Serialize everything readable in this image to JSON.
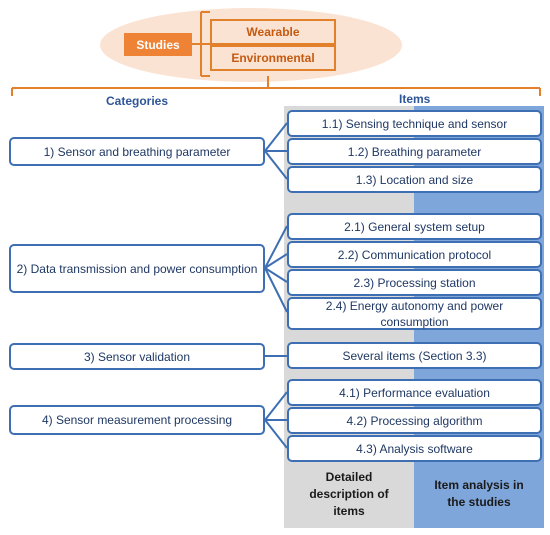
{
  "studies": {
    "label": "Studies",
    "types": [
      "Wearable",
      "Environmental"
    ]
  },
  "headers": {
    "categories": "Categories",
    "items": "Items"
  },
  "categories": [
    "1) Sensor and breathing parameter",
    "2) Data transmission and power consumption",
    "3) Sensor validation",
    "4) Sensor measurement processing"
  ],
  "items": [
    "1.1) Sensing technique and sensor",
    "1.2) Breathing parameter",
    "1.3) Location and size",
    "2.1) General system setup",
    "2.2) Communication protocol",
    "2.3) Processing station",
    "2.4) Energy autonomy and power consumption",
    "Several items (Section 3.3)",
    "4.1) Performance evaluation",
    "4.2) Processing algorithm",
    "4.3) Analysis software"
  ],
  "footer": {
    "detailed": "Detailed description of items",
    "analysis": "Item analysis in the studies"
  },
  "colors": {
    "orange": "#ee8336",
    "orange_border": "#e3802b",
    "peach": "#fbe3d3",
    "box_border": "#3e6fb3",
    "text_blue": "#2e5597",
    "grey_column": "#d9d9d9",
    "blue_column": "#7ea6db"
  }
}
